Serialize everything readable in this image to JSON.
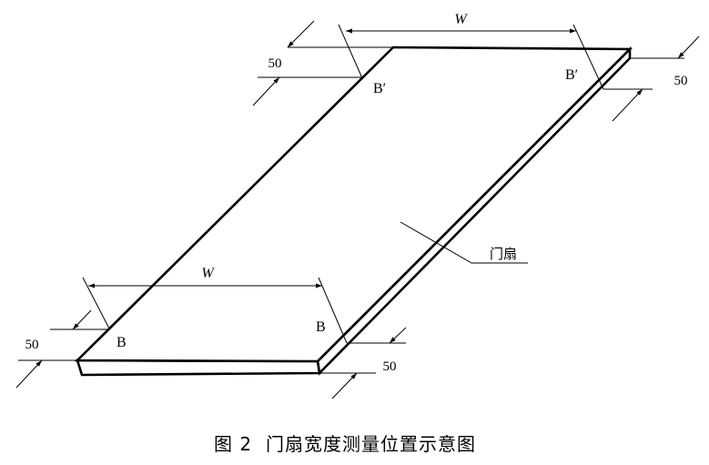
{
  "dimensions": {
    "width_symbol": "W",
    "offset_value": "50"
  },
  "points": {
    "top_left": "B′",
    "top_right": "B′",
    "bottom_left": "B",
    "bottom_right": "B"
  },
  "callout": {
    "label": "门扇"
  },
  "caption": {
    "figure_number": "图 2",
    "title": "门扇宽度测量位置示意图"
  }
}
